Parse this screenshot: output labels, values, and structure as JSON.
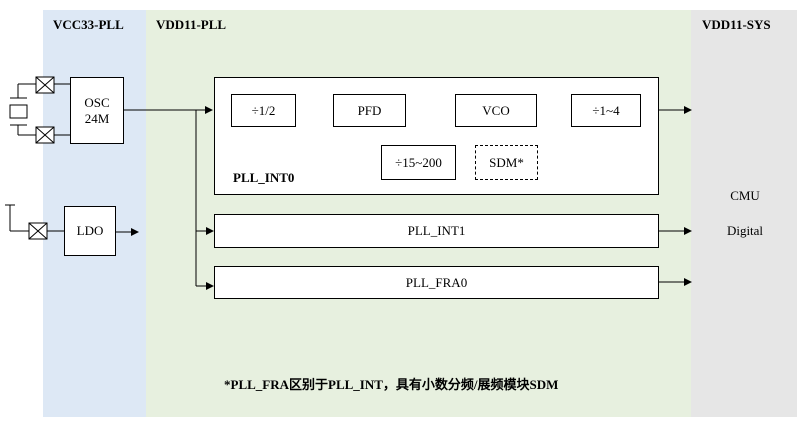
{
  "regions": {
    "vcc33_pll": {
      "title": "VCC33-PLL",
      "color": "#dde8f5"
    },
    "vdd11_pll": {
      "title": "VDD11-PLL",
      "color": "#e7f0df"
    },
    "vdd11_sys": {
      "title": "VDD11-SYS",
      "color": "#e6e6e6"
    }
  },
  "blocks": {
    "osc_line1": "OSC",
    "osc_line2": "24M",
    "ldo": "LDO",
    "div_half": "÷1/2",
    "pfd": "PFD",
    "vco": "VCO",
    "div_1_4": "÷1~4",
    "div_15_200": "÷15~200",
    "sdm": "SDM*",
    "pll_int0": "PLL_INT0",
    "pll_int1": "PLL_INT1",
    "pll_fra0": "PLL_FRA0"
  },
  "cmu": {
    "line1": "CMU",
    "line2": "Digital"
  },
  "footnote": "*PLL_FRA区别于PLL_INT，具有小数分频/展频模块SDM"
}
